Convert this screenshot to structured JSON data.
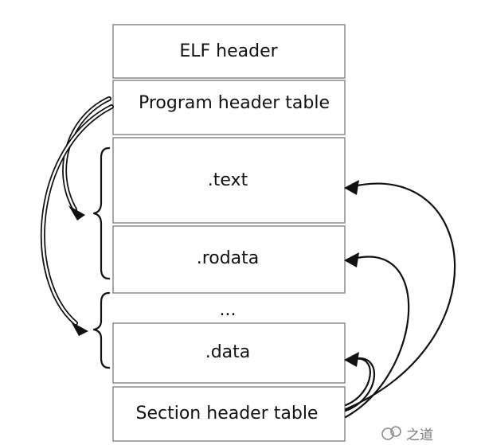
{
  "sections": [
    {
      "label": "ELF header"
    },
    {
      "label": "Program header table"
    },
    {
      "label": ".text"
    },
    {
      "label": ".rodata"
    },
    {
      "label": "..."
    },
    {
      "label": ".data"
    },
    {
      "label": "Section header table"
    }
  ],
  "watermark": {
    "text": "之道"
  }
}
